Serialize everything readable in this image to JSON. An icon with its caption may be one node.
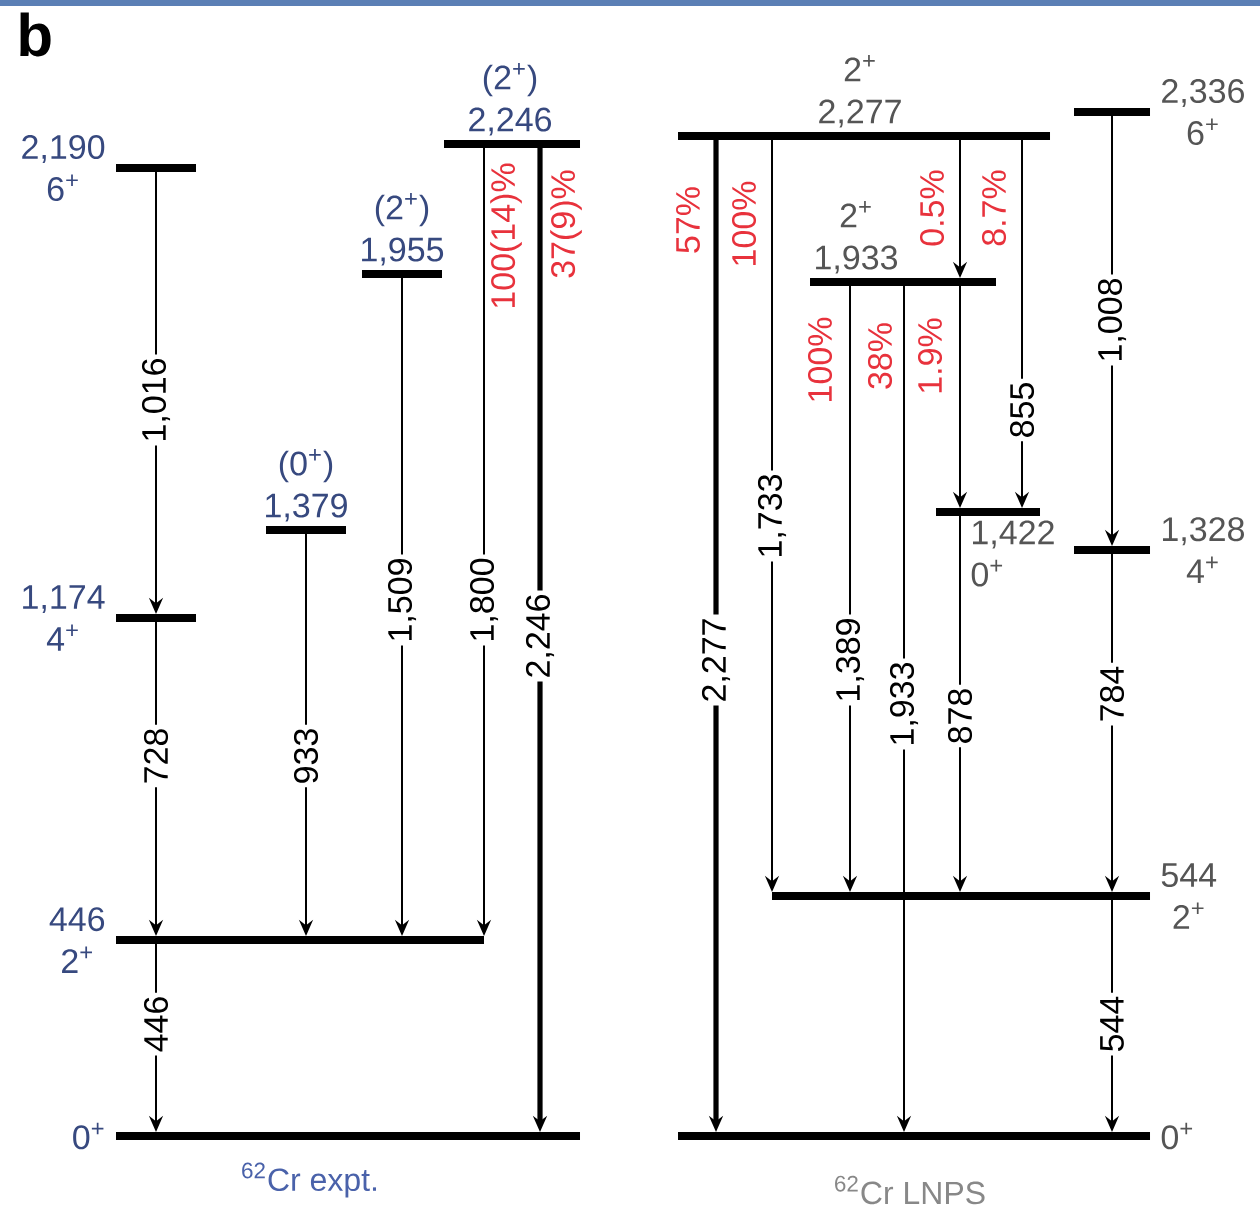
{
  "diagram": {
    "title": "b",
    "nodes": [
      {
        "text": [
          "2,190",
          "6$^{+}$"
        ]
      },
      {
        "text": [
          "(2$^{+}$)",
          "1,955"
        ]
      },
      {
        "text": [
          "(2$^{+}$)",
          "2,246"
        ]
      },
      {
        "text": [
          "(0$^{+}$)",
          "1,379"
        ]
      },
      {
        "text": [
          "1,174",
          "4$^{+}$"
        ]
      },
      {
        "text": [
          "446",
          "2$^{+}$"
        ]
      },
      {
        "text": [
          "0$^{+}$"
        ]
      },
      {
        "text": [
          "2$^{+}$",
          "2,277"
        ]
      },
      {
        "text": [
          "2,336",
          "6$^{+}$"
        ]
      },
      {
        "text": [
          "2$^{+}$",
          "1,933"
        ]
      },
      {
        "text": [
          "1,422",
          "0$^{+}$"
        ]
      },
      {
        "text": [
          "1,328",
          "4$^{+}$"
        ]
      },
      {
        "text": [
          "544",
          "2$^{+}$"
        ]
      },
      {
        "text": [
          "0$^{+}$"
        ]
      }
    ],
    "edges": [
      {
        "from": 0,
        "to": 4,
        "arrow": "to",
        "label": "1,016"
      },
      {
        "from": 4,
        "to": 5,
        "arrow": "to",
        "label": "728"
      },
      {
        "from": 5,
        "to": 6,
        "arrow": "to",
        "label": "446"
      },
      {
        "from": 3,
        "to": 5,
        "arrow": "to",
        "label": "933"
      },
      {
        "from": 1,
        "to": 5,
        "arrow": "to",
        "label": "1,509"
      },
      {
        "from": 2,
        "to": 5,
        "arrow": "to",
        "label": "1,800"
      },
      {
        "from": 2,
        "to": 6,
        "arrow": "to",
        "label": "2,246",
        "style": "thick"
      },
      {
        "from": 7,
        "to": 13,
        "arrow": "to",
        "label": "2,277",
        "style": "thick"
      },
      {
        "from": 7,
        "to": 12,
        "arrow": "to",
        "label": "1,733"
      },
      {
        "from": 7,
        "to": 9,
        "arrow": "to"
      },
      {
        "from": 7,
        "to": 10,
        "arrow": "to",
        "label": "855"
      },
      {
        "from": 9,
        "to": 12,
        "arrow": "to",
        "label": "1,389"
      },
      {
        "from": 9,
        "to": 13,
        "arrow": "to",
        "label": "1,933"
      },
      {
        "from": 9,
        "to": 10,
        "arrow": "to"
      },
      {
        "from": 10,
        "to": 12,
        "arrow": "to",
        "label": "878"
      },
      {
        "from": 8,
        "to": 11,
        "arrow": "to",
        "label": "1,008"
      },
      {
        "from": 11,
        "to": 12,
        "arrow": "to",
        "label": "784"
      },
      {
        "from": 12,
        "to": 13,
        "arrow": "to",
        "label": "544"
      }
    ],
    "labels": [
      "100(14)%",
      "37(9)%",
      "57%",
      "100%",
      "0.5%",
      "8.7%",
      "100%",
      "38%",
      "1.9%",
      "$^{62}$Cr expt.",
      "$^{62}$Cr LNPS"
    ]
  }
}
